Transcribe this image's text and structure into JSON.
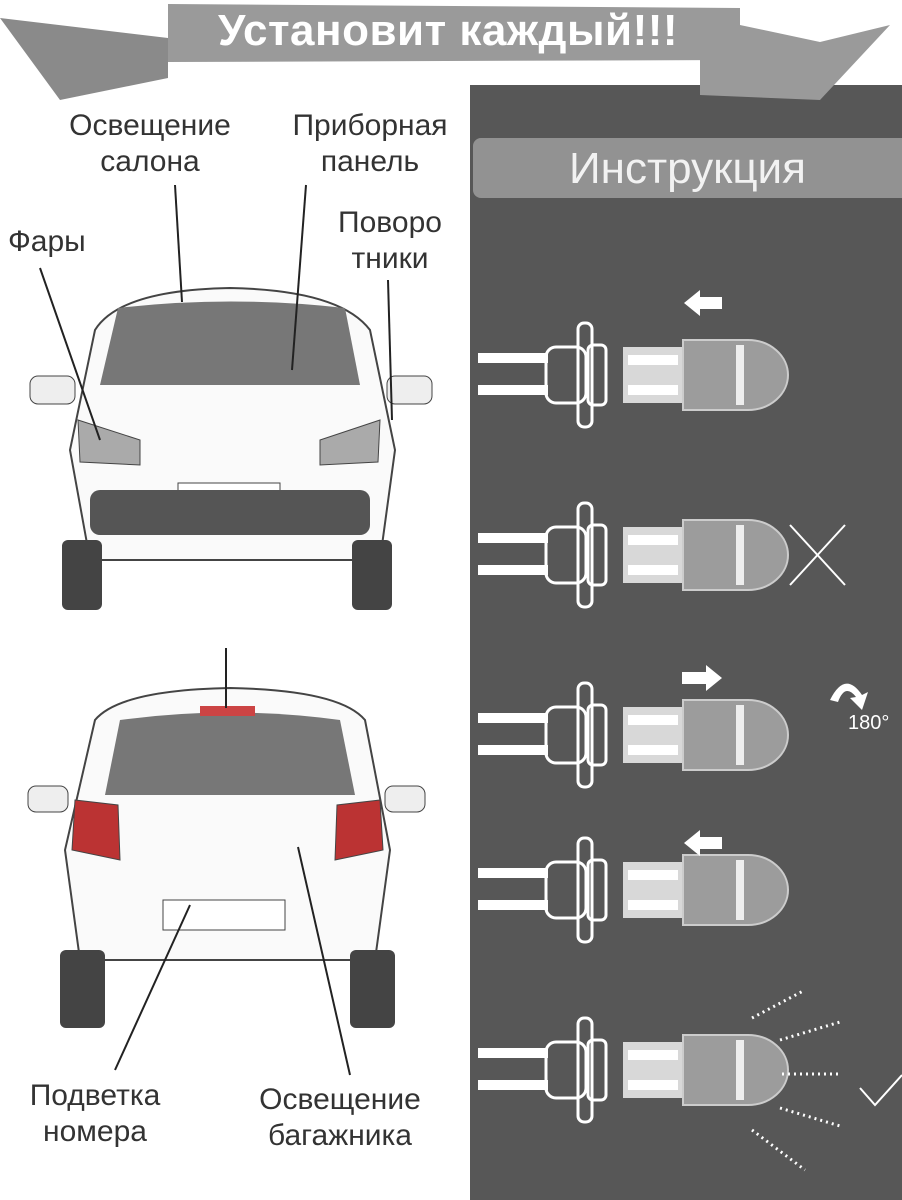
{
  "banner": {
    "title": "Установит каждый!!!"
  },
  "instruction": {
    "title": "Инструкция",
    "rotation_label": "180°"
  },
  "labels": {
    "interior": [
      "Освещение",
      "салона"
    ],
    "dashboard": [
      "Приборная",
      "панель"
    ],
    "headlights": [
      "Фары"
    ],
    "turn_signals": [
      "Поворо",
      "тники"
    ],
    "license_plate": [
      "Подветка",
      "номера"
    ],
    "trunk": [
      "Освещение",
      "багажника"
    ]
  },
  "colors": {
    "panel": "#575757",
    "ribbon": "#9a9a9a",
    "pill": "#929292"
  }
}
